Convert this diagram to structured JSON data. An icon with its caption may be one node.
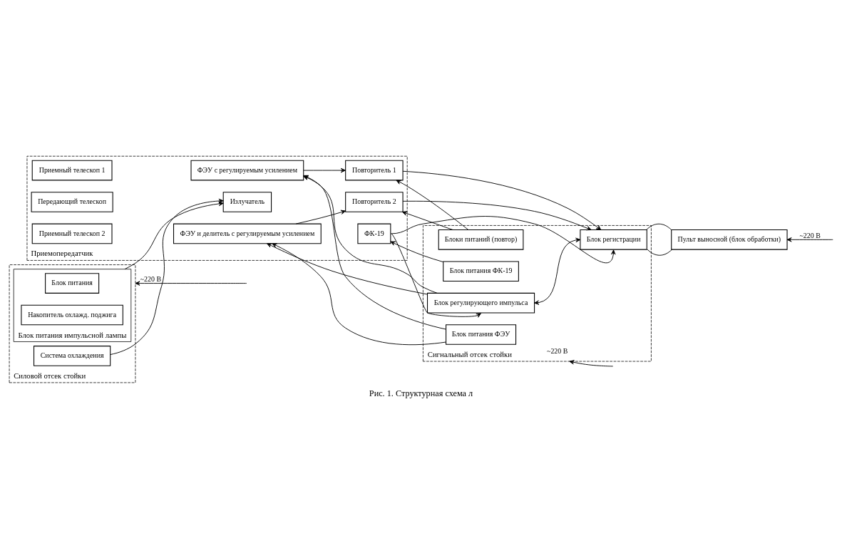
{
  "diagram": {
    "caption": "Рис. 1. Структурная схема л",
    "nodes": [
      {
        "text": [
          "Приемопередатчик"
        ]
      },
      {
        "text": [
          "Сигнальный отсек стойки"
        ]
      },
      {
        "text": [
          "Силовой отсек стойки"
        ]
      },
      {
        "text": [
          "Приемный телескоп 1"
        ],
        "in": 0
      },
      {
        "text": [
          "ФЭУ с регулируемым усилением"
        ],
        "in": 0
      },
      {
        "text": [
          "Повторитель 1"
        ],
        "in": 0
      },
      {
        "text": [
          "Повторитель 2"
        ],
        "in": 0
      },
      {
        "text": [
          "Передающий телескоп"
        ],
        "in": 0
      },
      {
        "text": [
          "Излучатель"
        ],
        "in": 0
      },
      {
        "text": [
          "Приемный телескоп 2"
        ],
        "in": 0
      },
      {
        "text": [
          "ФЭУ и делитель с регулируемым усилением"
        ],
        "in": 0
      },
      {
        "text": [
          "ФК-19"
        ],
        "in": 0
      },
      {
        "text": [
          "Блок питания ФЭУ"
        ],
        "in": 1
      },
      {
        "text": [
          "Блоки питаний (повтор)"
        ],
        "in": 1
      },
      {
        "text": [
          "Блок регулирующего импульса"
        ],
        "in": 1
      },
      {
        "text": [
          "Блок регистрации"
        ],
        "in": 1
      },
      {
        "text": [
          "Блок питания ФК-19"
        ],
        "in": 1
      },
      {
        "text": [
          "Блок питания импульсной лампы"
        ],
        "in": 2
      },
      {
        "text": [
          "Блок питания"
        ],
        "in": 17
      },
      {
        "text": [
          "Накопитель охлажд. поджига"
        ],
        "in": 17
      },
      {
        "text": [
          "Система охлаждения"
        ],
        "in": 2
      },
      {
        "text": [
          "Пульт выносной (блок обработки)"
        ]
      }
    ],
    "edges": [
      {
        "from": 4,
        "to": 5,
        "arrow": "to"
      },
      {
        "from": 13,
        "to": 5,
        "arrow": "to"
      },
      {
        "from": 13,
        "to": 6,
        "arrow": "to"
      },
      {
        "from": 5,
        "to": 15,
        "arrow": "to"
      },
      {
        "from": 6,
        "to": 15,
        "arrow": "to"
      },
      {
        "from": 12,
        "to": 4,
        "arrow": "to"
      },
      {
        "from": 12,
        "to": 10,
        "arrow": "to"
      },
      {
        "from": 14,
        "to": 4,
        "arrow": "to"
      },
      {
        "from": 14,
        "to": 10,
        "arrow": "to"
      },
      {
        "from": 14,
        "to": 15,
        "arrow": "both"
      },
      {
        "from": 11,
        "to": 14,
        "arrow": "to"
      },
      {
        "from": 11,
        "to": 15,
        "arrow": "to"
      },
      {
        "from": 16,
        "to": 11,
        "arrow": "to"
      },
      {
        "from": 10,
        "to": 6,
        "arrow": "to"
      },
      {
        "from": 17,
        "to": 8,
        "arrow": "to"
      },
      {
        "from": 20,
        "to": 8,
        "arrow": "to"
      },
      {
        "from": 15,
        "to": 21,
        "arrow": "none"
      },
      {
        "from": 15,
        "to": 21,
        "arrow": "none"
      },
      {
        "from": null,
        "to": 2,
        "arrow": "to",
        "label": "~220 В"
      },
      {
        "from": null,
        "to": 1,
        "arrow": "to",
        "label": "~220 В"
      },
      {
        "from": null,
        "to": 21,
        "arrow": "to",
        "label": "~220 В"
      }
    ]
  }
}
